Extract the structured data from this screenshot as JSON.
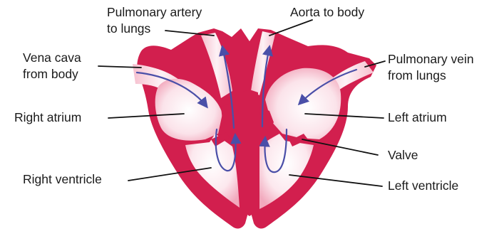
{
  "colors": {
    "wall": "#d21f4e",
    "chamber_light": "#fdeef2",
    "chamber_edge": "#f3b2c4",
    "flow_arrow": "#4a4fa8",
    "leader_line": "#111111"
  },
  "labels": {
    "vena_cava": [
      "Vena cava",
      "from body"
    ],
    "pulmonary_artery": [
      "Pulmonary artery",
      "to lungs"
    ],
    "aorta": [
      "Aorta to body"
    ],
    "pulmonary_vein": [
      "Pulmonary vein",
      "from lungs"
    ],
    "right_atrium": [
      "Right atrium"
    ],
    "right_ventricle": [
      "Right ventricle"
    ],
    "left_atrium": [
      "Left atrium"
    ],
    "valve": [
      "Valve"
    ],
    "left_ventricle": [
      "Left ventricle"
    ]
  }
}
